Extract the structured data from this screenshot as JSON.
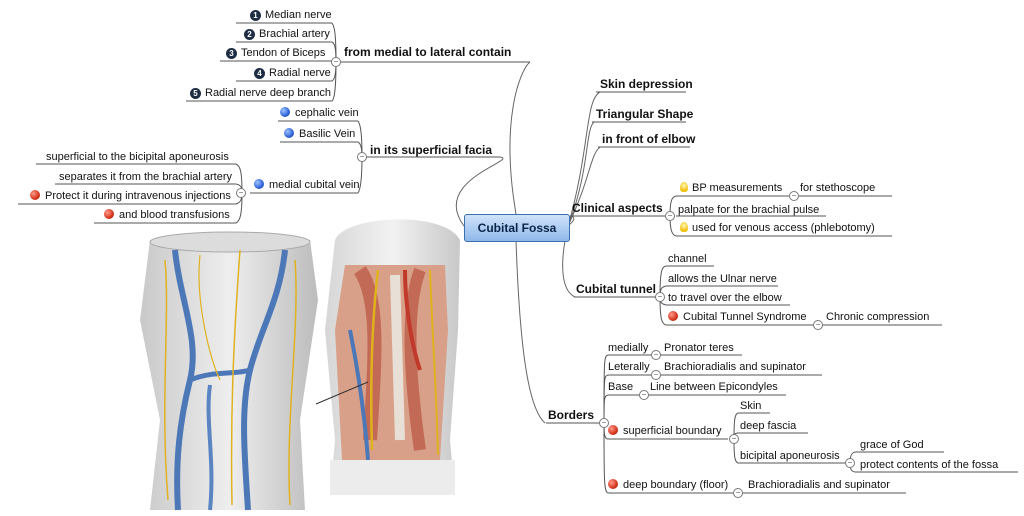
{
  "central_topic": "Cubital Fossa",
  "contents": {
    "label": "from medial to lateral contain",
    "items": [
      {
        "n": "1",
        "text": "Median nerve"
      },
      {
        "n": "2",
        "text": "Brachial artery"
      },
      {
        "n": "3",
        "text": "Tendon of Biceps"
      },
      {
        "n": "4",
        "text": "Radial nerve"
      },
      {
        "n": "5",
        "text": "Radial nerve deep branch"
      }
    ]
  },
  "superficial": {
    "label": "in its superficial facia",
    "items": [
      "cephalic vein",
      "Basilic Vein",
      "medial cubital vein"
    ],
    "mcv_children": [
      "superficial to the bicipital aponeurosis",
      "separates it from the brachial artery",
      "Protect it during intravenous injections",
      "and blood transfusions"
    ]
  },
  "right_simple": [
    "Skin depression",
    "Triangular Shape",
    "in front of elbow"
  ],
  "clinical": {
    "label": "Clinical aspects",
    "bp": "BP measurements",
    "bp_child": "for stethoscope",
    "palpate": "palpate for the brachial pulse",
    "venous": "used for venous access (phlebotomy)"
  },
  "tunnel": {
    "label": "Cubital tunnel",
    "items": [
      "channel",
      "allows the Ulnar nerve",
      "to travel over the elbow"
    ],
    "syndrome": "Cubital Tunnel Syndrome",
    "syndrome_child": "Chronic compression"
  },
  "borders": {
    "label": "Borders",
    "medially": "medially",
    "medially_child": "Pronator teres",
    "leterally": "Leterally",
    "leterally_child": "Brachioradialis and supinator",
    "base": "Base",
    "base_child": "Line between Epicondyles",
    "superficial": "superficial boundary",
    "sb_children": [
      "Skin",
      "deep fascia",
      "bicipital aponeurosis"
    ],
    "ba_children": [
      "grace of God",
      "protect contents of the fossa"
    ],
    "deep": "deep boundary (floor)",
    "deep_child": "Brachioradialis and supinator"
  },
  "colors": {
    "central_fill": "#a9ccf3",
    "line": "#555555",
    "node_blue": "#2f63d6",
    "node_red": "#d4351c",
    "num_badge": "#1f2d44"
  }
}
